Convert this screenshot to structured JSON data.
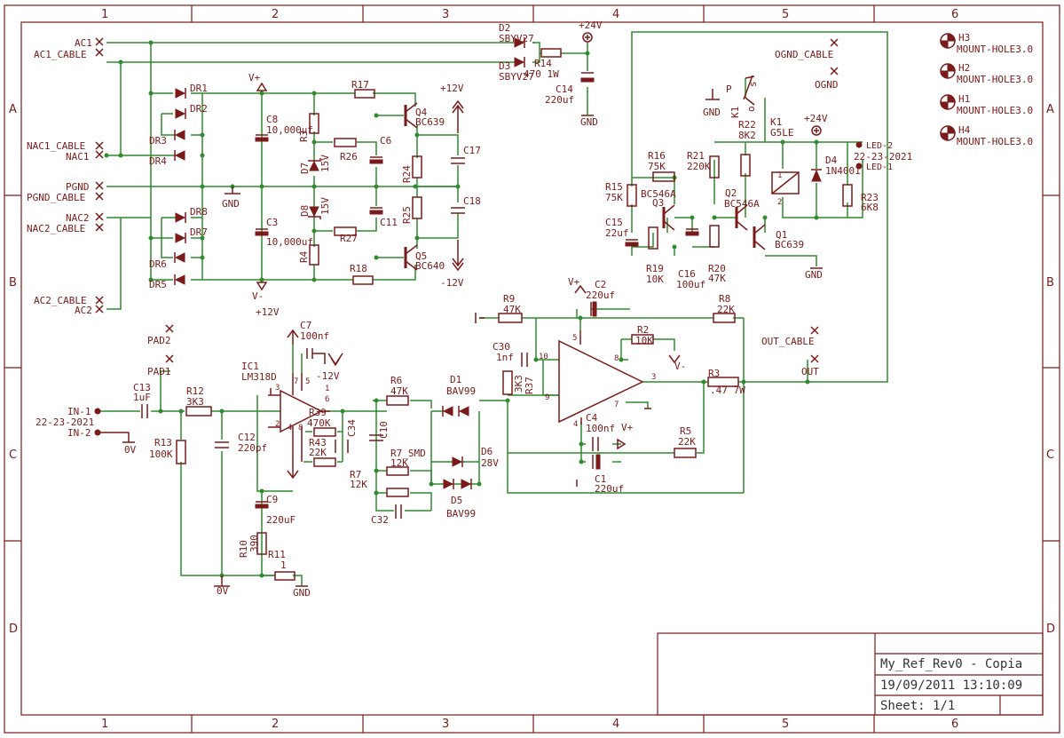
{
  "frame": {
    "cols": [
      "1",
      "2",
      "3",
      "4",
      "5",
      "6"
    ],
    "rows": [
      "A",
      "B",
      "C",
      "D"
    ]
  },
  "titleblock": {
    "name": "My_Ref_Rev0 - Copia",
    "date": "19/09/2011 13:10:09",
    "sheet": "Sheet: 1/1"
  },
  "connectors": {
    "ac1": "AC1",
    "ac1_cable": "AC1_CABLE",
    "nac1_cable": "NAC1_CABLE",
    "nac1": "NAC1",
    "pgnd": "PGND",
    "pgnd_cable": "PGND_CABLE",
    "nac2": "NAC2",
    "nac2_cable": "NAC2_CABLE",
    "ac2_cable": "AC2_CABLE",
    "ac2": "AC2",
    "pad2": "PAD2",
    "pad1": "PAD1",
    "in1": "IN-1",
    "in_part": "22-23-2021",
    "in2": "IN-2",
    "ognd_cable": "OGND_CABLE",
    "ognd": "OGND",
    "out_cable": "OUT_CABLE",
    "out": "OUT",
    "led2": "LED-2",
    "led_part": "22-23-2021",
    "led1": "LED-1"
  },
  "mount": {
    "h3": "H3",
    "h2": "H2",
    "h1": "H1",
    "h4": "H4",
    "type": "MOUNT-HOLE3.0"
  },
  "power": {
    "vplus": "V+",
    "vminus": "V-",
    "p12": "+12V",
    "m12": "-12V",
    "p24": "+24V",
    "gnd": "GND",
    "zero": "0V",
    "zero_in": "0V"
  },
  "diodes": {
    "d2": "D2",
    "d2v": "SBYV27",
    "d3": "D3",
    "d3v": "SBYV27",
    "dr1": "DR1",
    "dr2": "DR2",
    "dr3": "DR3",
    "dr4": "DR4",
    "dr5": "DR5",
    "dr6": "DR6",
    "dr7": "DR7",
    "dr8": "DR8",
    "d7": "D7",
    "d7v": "15V",
    "d8": "D8",
    "d8v": "15V",
    "d1": "D1",
    "d1v": "BAV99",
    "d5": "D5",
    "d5v": "BAV99",
    "d6": "D6",
    "d6v": "28V",
    "d4": "D4",
    "d4v": "1N4001"
  },
  "resistors": {
    "r14": "R14",
    "r14v": "470 1W",
    "r17": "R17",
    "r26": "R26",
    "r27": "R27",
    "r18": "R18",
    "r3x": "R3",
    "r4": "R4",
    "r24": "R24",
    "r25": "R25",
    "r12": "R12",
    "r12v": "3K3",
    "r13": "R13",
    "r13v": "100K",
    "r6": "R6",
    "r6v": "47K",
    "r39": "R39",
    "r39v": "470K",
    "r43": "R43",
    "r43v": "22K",
    "r7smd": "R7_SMD",
    "r7smdv": "12K",
    "r7": "R7",
    "r7v": "12K",
    "r10": "R10",
    "r10v": "390",
    "r11": "R11",
    "r11v": "1",
    "r9": "R9",
    "r9v": "47K",
    "r37": "R37",
    "r37v": "3K3",
    "r2": "R2",
    "r2v": "10K",
    "r8": "R8",
    "r8v": "22K",
    "r3": "R3",
    "r3v": ".47 7W",
    "r5": "R5",
    "r5v": "22K",
    "r16": "R16",
    "r16v": "75K",
    "r15": "R15",
    "r15v": "75K",
    "r21": "R21",
    "r21v": "220K",
    "r22": "R22",
    "r22v": "8K2",
    "r19": "R19",
    "r19v": "10K",
    "r20": "R20",
    "r20v": "47K",
    "r23": "R23",
    "r23v": "6K8"
  },
  "caps": {
    "c14": "C14",
    "c14v": "220uf",
    "c8": "C8",
    "c8v": "10,000uf",
    "c6": "C6",
    "c11": "C11",
    "c17": "C17",
    "c18": "C18",
    "c3": "C3",
    "c3v": "10,000uf",
    "c13": "C13",
    "c13v": "1uF",
    "c7": "C7",
    "c7v": "100nf",
    "c12": "C12",
    "c12v": "220pf",
    "c34": "C34",
    "c10": "C10",
    "c9": "C9",
    "c9v": "220uF",
    "c32": "C32",
    "c2": "C2",
    "c2v": "220uf",
    "c30": "C30",
    "c30v": "1nf",
    "c4": "C4",
    "c4v": "100nf",
    "c1": "C1",
    "c1v": "220uf",
    "c15": "C15",
    "c15v": "22uf",
    "c16": "C16",
    "c16v": "100uf"
  },
  "active": {
    "q4": "Q4",
    "q4v": "BC639",
    "q5": "Q5",
    "q5v": "BC640",
    "ic1": "IC1",
    "ic1v": "LM318D",
    "q3": "Q3",
    "q3v": "BC546A",
    "q2": "Q2",
    "q2v": "BC546A",
    "q1": "Q1",
    "q1v": "BC639",
    "k1": "K1",
    "k1v": "G5LE",
    "k1c": "K1",
    "k1p": "P",
    "k1o": "o",
    "k1s": "s"
  },
  "pins": {
    "u3": "3",
    "u2": "2",
    "u7": "7",
    "u5": "5",
    "u1": "1",
    "u6": "6",
    "u4": "4",
    "u8": "8",
    "a1": "1",
    "a10": "10",
    "a9": "9",
    "a8": "8",
    "a5": "5",
    "a4": "4",
    "a7": "7",
    "a3": "3",
    "a3b": "3",
    "k1a": "1",
    "k1b": "2"
  }
}
